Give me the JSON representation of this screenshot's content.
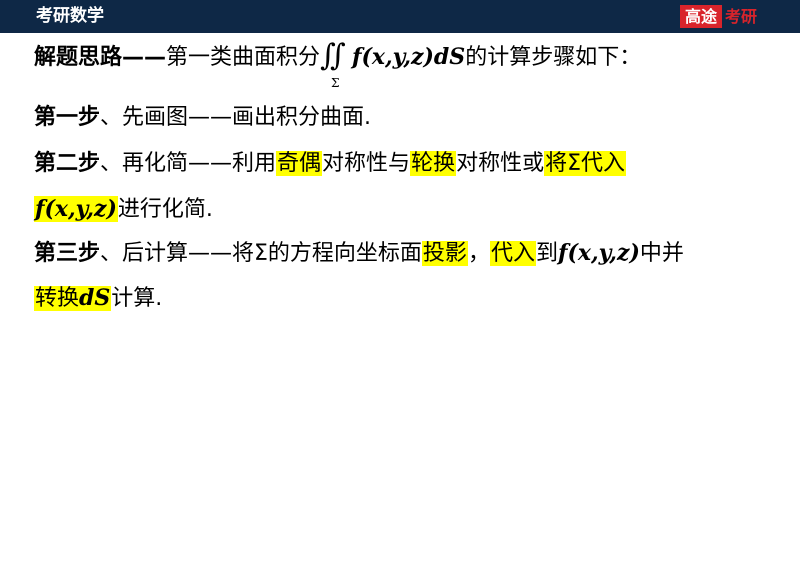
{
  "header": {
    "course_title": "考研数学",
    "brand_box": "高途",
    "brand_text": "考研"
  },
  "lines": {
    "l1": {
      "label": "解题思路——",
      "text1": "第一类曲面积分",
      "integral_symbol": "∬",
      "integral_sub": "Σ",
      "expr": "f(x,y,z)dS",
      "text2": "的计算步骤如下："
    },
    "l2": {
      "label": "第一步",
      "text": "、先画图——画出积分曲面."
    },
    "l3": {
      "label": "第二步",
      "t1": "、再化简——利用",
      "h1": "奇偶",
      "t2": "对称性与",
      "h2": "轮换",
      "t3": "对称性或",
      "h3": "将Σ代入"
    },
    "l4": {
      "h1": "f(x,y,z)",
      "t1": "进行化简."
    },
    "l5": {
      "label": "第三步",
      "t1": "、后计算——将Σ的方程向坐标面",
      "h1": "投影",
      "t2": "，",
      "h2": "代入",
      "t3": "到",
      "expr": "f(x,y,z)",
      "t4": "中并"
    },
    "l6": {
      "h1a": "转换",
      "h1b": "dS",
      "t1": "计算."
    }
  },
  "colors": {
    "header_bg": "#0e2846",
    "brand_red": "#d9242b",
    "highlight": "#ffff00"
  }
}
